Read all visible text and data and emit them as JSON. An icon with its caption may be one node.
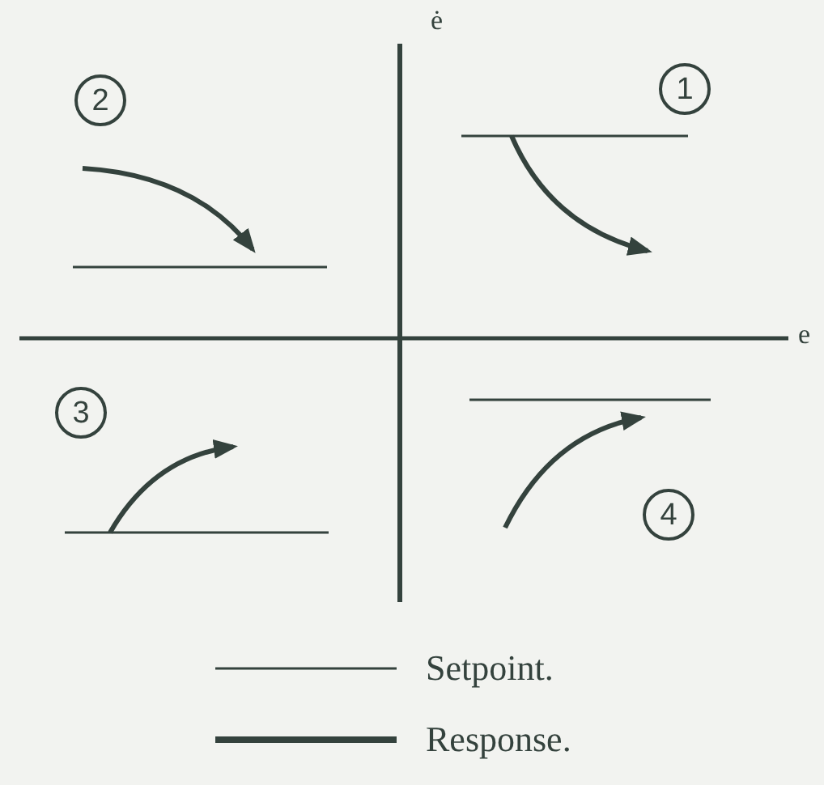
{
  "diagram": {
    "nodes": [
      {
        "text": [
          "2"
        ]
      },
      {
        "text": [
          "1"
        ]
      },
      {
        "text": [
          "3"
        ]
      },
      {
        "text": [
          "4"
        ]
      }
    ],
    "labels": [
      "ė",
      "e"
    ],
    "legend": [
      {
        "text": "Setpoint."
      },
      {
        "text": "Response."
      }
    ]
  }
}
